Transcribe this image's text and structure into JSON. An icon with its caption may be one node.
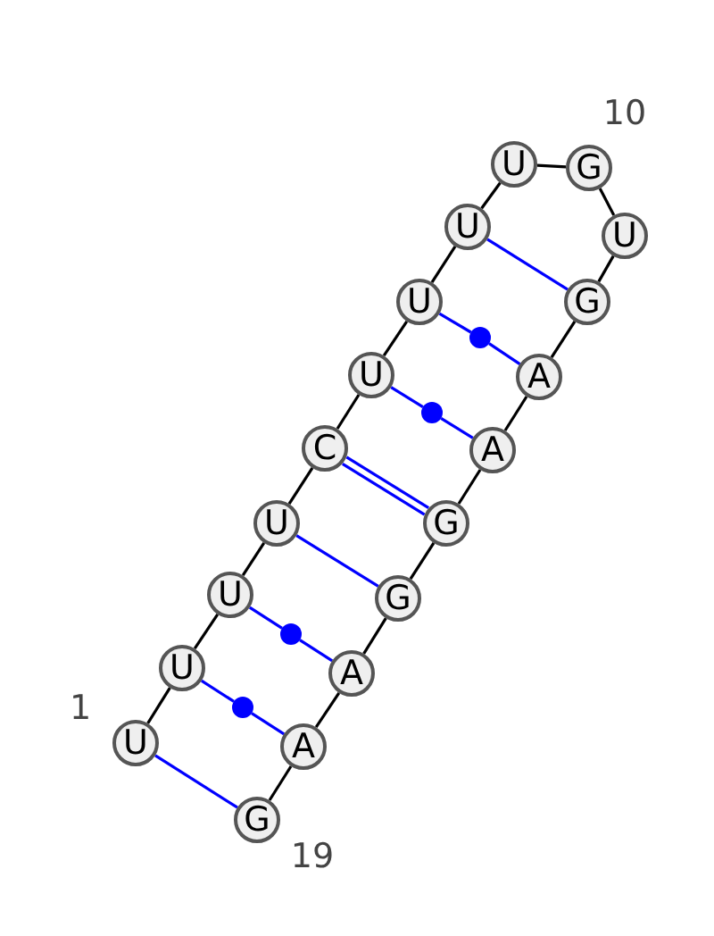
{
  "diagram": {
    "nodes": [
      {
        "text": [
          "U"
        ],
        "beside": [
          "1"
        ]
      },
      {
        "text": [
          "U"
        ]
      },
      {
        "text": [
          "U"
        ]
      },
      {
        "text": [
          "U"
        ]
      },
      {
        "text": [
          "C"
        ]
      },
      {
        "text": [
          "U"
        ]
      },
      {
        "text": [
          "U"
        ]
      },
      {
        "text": [
          "U"
        ]
      },
      {
        "text": [
          "U"
        ]
      },
      {
        "text": [
          "G"
        ],
        "beside": [
          "10"
        ]
      },
      {
        "text": [
          "U"
        ]
      },
      {
        "text": [
          "G"
        ]
      },
      {
        "text": [
          "A"
        ]
      },
      {
        "text": [
          "A"
        ]
      },
      {
        "text": [
          "G"
        ]
      },
      {
        "text": [
          "G"
        ]
      },
      {
        "text": [
          "A"
        ]
      },
      {
        "text": [
          "A"
        ]
      },
      {
        "text": [
          "G"
        ],
        "beside": [
          "19"
        ]
      },
      {
        "text": [],
        "shape": "circle"
      },
      {
        "text": [],
        "shape": "circle"
      },
      {
        "text": [],
        "shape": "circle"
      },
      {
        "text": [],
        "shape": "circle"
      }
    ],
    "edges": [
      {
        "from": 0,
        "to": 1,
        "arrow": "none"
      },
      {
        "from": 1,
        "to": 2,
        "arrow": "none"
      },
      {
        "from": 2,
        "to": 3,
        "arrow": "none"
      },
      {
        "from": 3,
        "to": 4,
        "arrow": "none"
      },
      {
        "from": 4,
        "to": 5,
        "arrow": "none"
      },
      {
        "from": 5,
        "to": 6,
        "arrow": "none"
      },
      {
        "from": 6,
        "to": 7,
        "arrow": "none"
      },
      {
        "from": 7,
        "to": 8,
        "arrow": "none"
      },
      {
        "from": 8,
        "to": 9,
        "arrow": "none"
      },
      {
        "from": 9,
        "to": 10,
        "arrow": "none"
      },
      {
        "from": 10,
        "to": 11,
        "arrow": "none"
      },
      {
        "from": 11,
        "to": 12,
        "arrow": "none"
      },
      {
        "from": 12,
        "to": 13,
        "arrow": "none"
      },
      {
        "from": 13,
        "to": 14,
        "arrow": "none"
      },
      {
        "from": 14,
        "to": 15,
        "arrow": "none"
      },
      {
        "from": 15,
        "to": 16,
        "arrow": "none"
      },
      {
        "from": 16,
        "to": 17,
        "arrow": "none"
      },
      {
        "from": 17,
        "to": 18,
        "arrow": "none"
      },
      {
        "from": 0,
        "to": 18,
        "arrow": "none",
        "color": "#0000ff"
      },
      {
        "from": 1,
        "to": 19,
        "arrow": "none",
        "color": "#0000ff"
      },
      {
        "from": 19,
        "to": 17,
        "arrow": "none",
        "color": "#0000ff"
      },
      {
        "from": 2,
        "to": 20,
        "arrow": "none",
        "color": "#0000ff"
      },
      {
        "from": 20,
        "to": 16,
        "arrow": "none",
        "color": "#0000ff"
      },
      {
        "from": 3,
        "to": 15,
        "arrow": "none",
        "color": "#0000ff"
      },
      {
        "from": 4,
        "to": 14,
        "arrow": "none",
        "color": "#0000ff"
      },
      {
        "from": 4,
        "to": 14,
        "arrow": "none",
        "color": "#0000ff"
      },
      {
        "from": 5,
        "to": 21,
        "arrow": "none",
        "color": "#0000ff"
      },
      {
        "from": 21,
        "to": 13,
        "arrow": "none",
        "color": "#0000ff"
      },
      {
        "from": 6,
        "to": 22,
        "arrow": "none",
        "color": "#0000ff"
      },
      {
        "from": 22,
        "to": 12,
        "arrow": "none",
        "color": "#0000ff"
      },
      {
        "from": 7,
        "to": 11,
        "arrow": "none",
        "color": "#0000ff"
      }
    ]
  }
}
